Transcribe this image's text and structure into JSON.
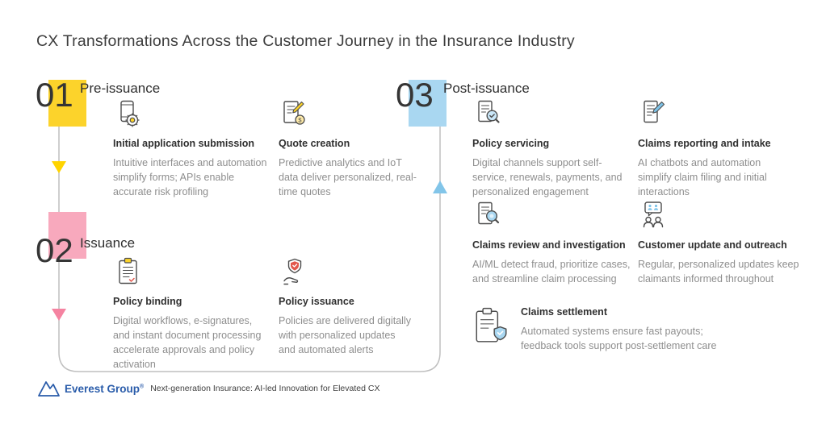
{
  "title": "CX Transformations Across the Customer Journey in the Insurance Industry",
  "line_color": "#bfbfbf",
  "stages": [
    {
      "number": "01",
      "label": "Pre-issuance",
      "color": "#FCD32B",
      "arrow_color": "#FFD400"
    },
    {
      "number": "02",
      "label": "Issuance",
      "color": "#F8A9BD",
      "arrow_color": "#F583A1"
    },
    {
      "number": "03",
      "label": "Post-issuance",
      "color": "#A9D7F1",
      "arrow_color": "#82C5E9"
    }
  ],
  "items": [
    {
      "icon": "mobile-gear-icon",
      "title": "Initial application submission",
      "description": "Intuitive interfaces and automation simplify forms; APIs enable accurate risk profiling"
    },
    {
      "icon": "quote-document-icon",
      "title": "Quote creation",
      "description": "Predictive analytics and IoT data deliver personalized, real-time quotes"
    },
    {
      "icon": "clipboard-icon",
      "title": "Policy binding",
      "description": "Digital workflows, e-signatures, and instant document processing accelerate approvals and policy activation"
    },
    {
      "icon": "hand-shield-icon",
      "title": "Policy issuance",
      "description": "Policies are delivered digitally with personalized updates and automated alerts"
    },
    {
      "icon": "document-check-magnifier-icon",
      "title": "Policy servicing",
      "description": "Digital channels support self-service, renewals, payments, and personalized engagement"
    },
    {
      "icon": "document-pencil-icon",
      "title": "Claims reporting and intake",
      "description": "AI chatbots and automation simplify claim filing and initial interactions"
    },
    {
      "icon": "document-magnifier-icon",
      "title": "Claims review and investigation",
      "description": "AI/ML detect fraud, prioritize cases, and streamline claim processing"
    },
    {
      "icon": "people-chat-icon",
      "title": "Customer update and outreach",
      "description": "Regular, personalized updates keep claimants informed throughout"
    },
    {
      "icon": "clipboard-shield-icon",
      "title": "Claims settlement",
      "description": "Automated systems ensure fast payouts; feedback tools support post-settlement care"
    }
  ],
  "footer": {
    "logo_text": "Everest Group",
    "registered": "®",
    "tagline": "Next-generation Insurance: AI-led Innovation for Elevated CX"
  }
}
